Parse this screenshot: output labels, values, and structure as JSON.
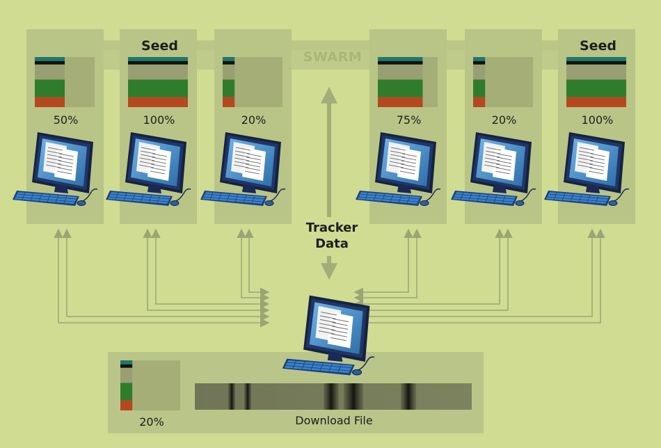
{
  "swarm_label": "SWARM",
  "tracker_label_line1": "Tracker",
  "tracker_label_line2": "Data",
  "seed_label": "Seed",
  "colors": {
    "background": "#cfdc92",
    "panel": "#b9c586",
    "teal": "#1d7a6a",
    "black": "#111111",
    "olive": "#9a9f73",
    "green": "#2f7d2c",
    "rust": "#b5481f",
    "arrow": "#9aa574",
    "monitor": "#1a2a55",
    "screen": "#3f8fce"
  },
  "peers": [
    {
      "percent": "50%",
      "seed": false,
      "fill": 0.5
    },
    {
      "percent": "100%",
      "seed": true,
      "fill": 1.0
    },
    {
      "percent": "20%",
      "seed": false,
      "fill": 0.2
    },
    {
      "percent": "75%",
      "seed": false,
      "fill": 0.75
    },
    {
      "percent": "20%",
      "seed": false,
      "fill": 0.2
    },
    {
      "percent": "100%",
      "seed": true,
      "fill": 1.0
    }
  ],
  "client": {
    "percent": "20%",
    "fill": 0.2,
    "download_label": "Download File"
  }
}
